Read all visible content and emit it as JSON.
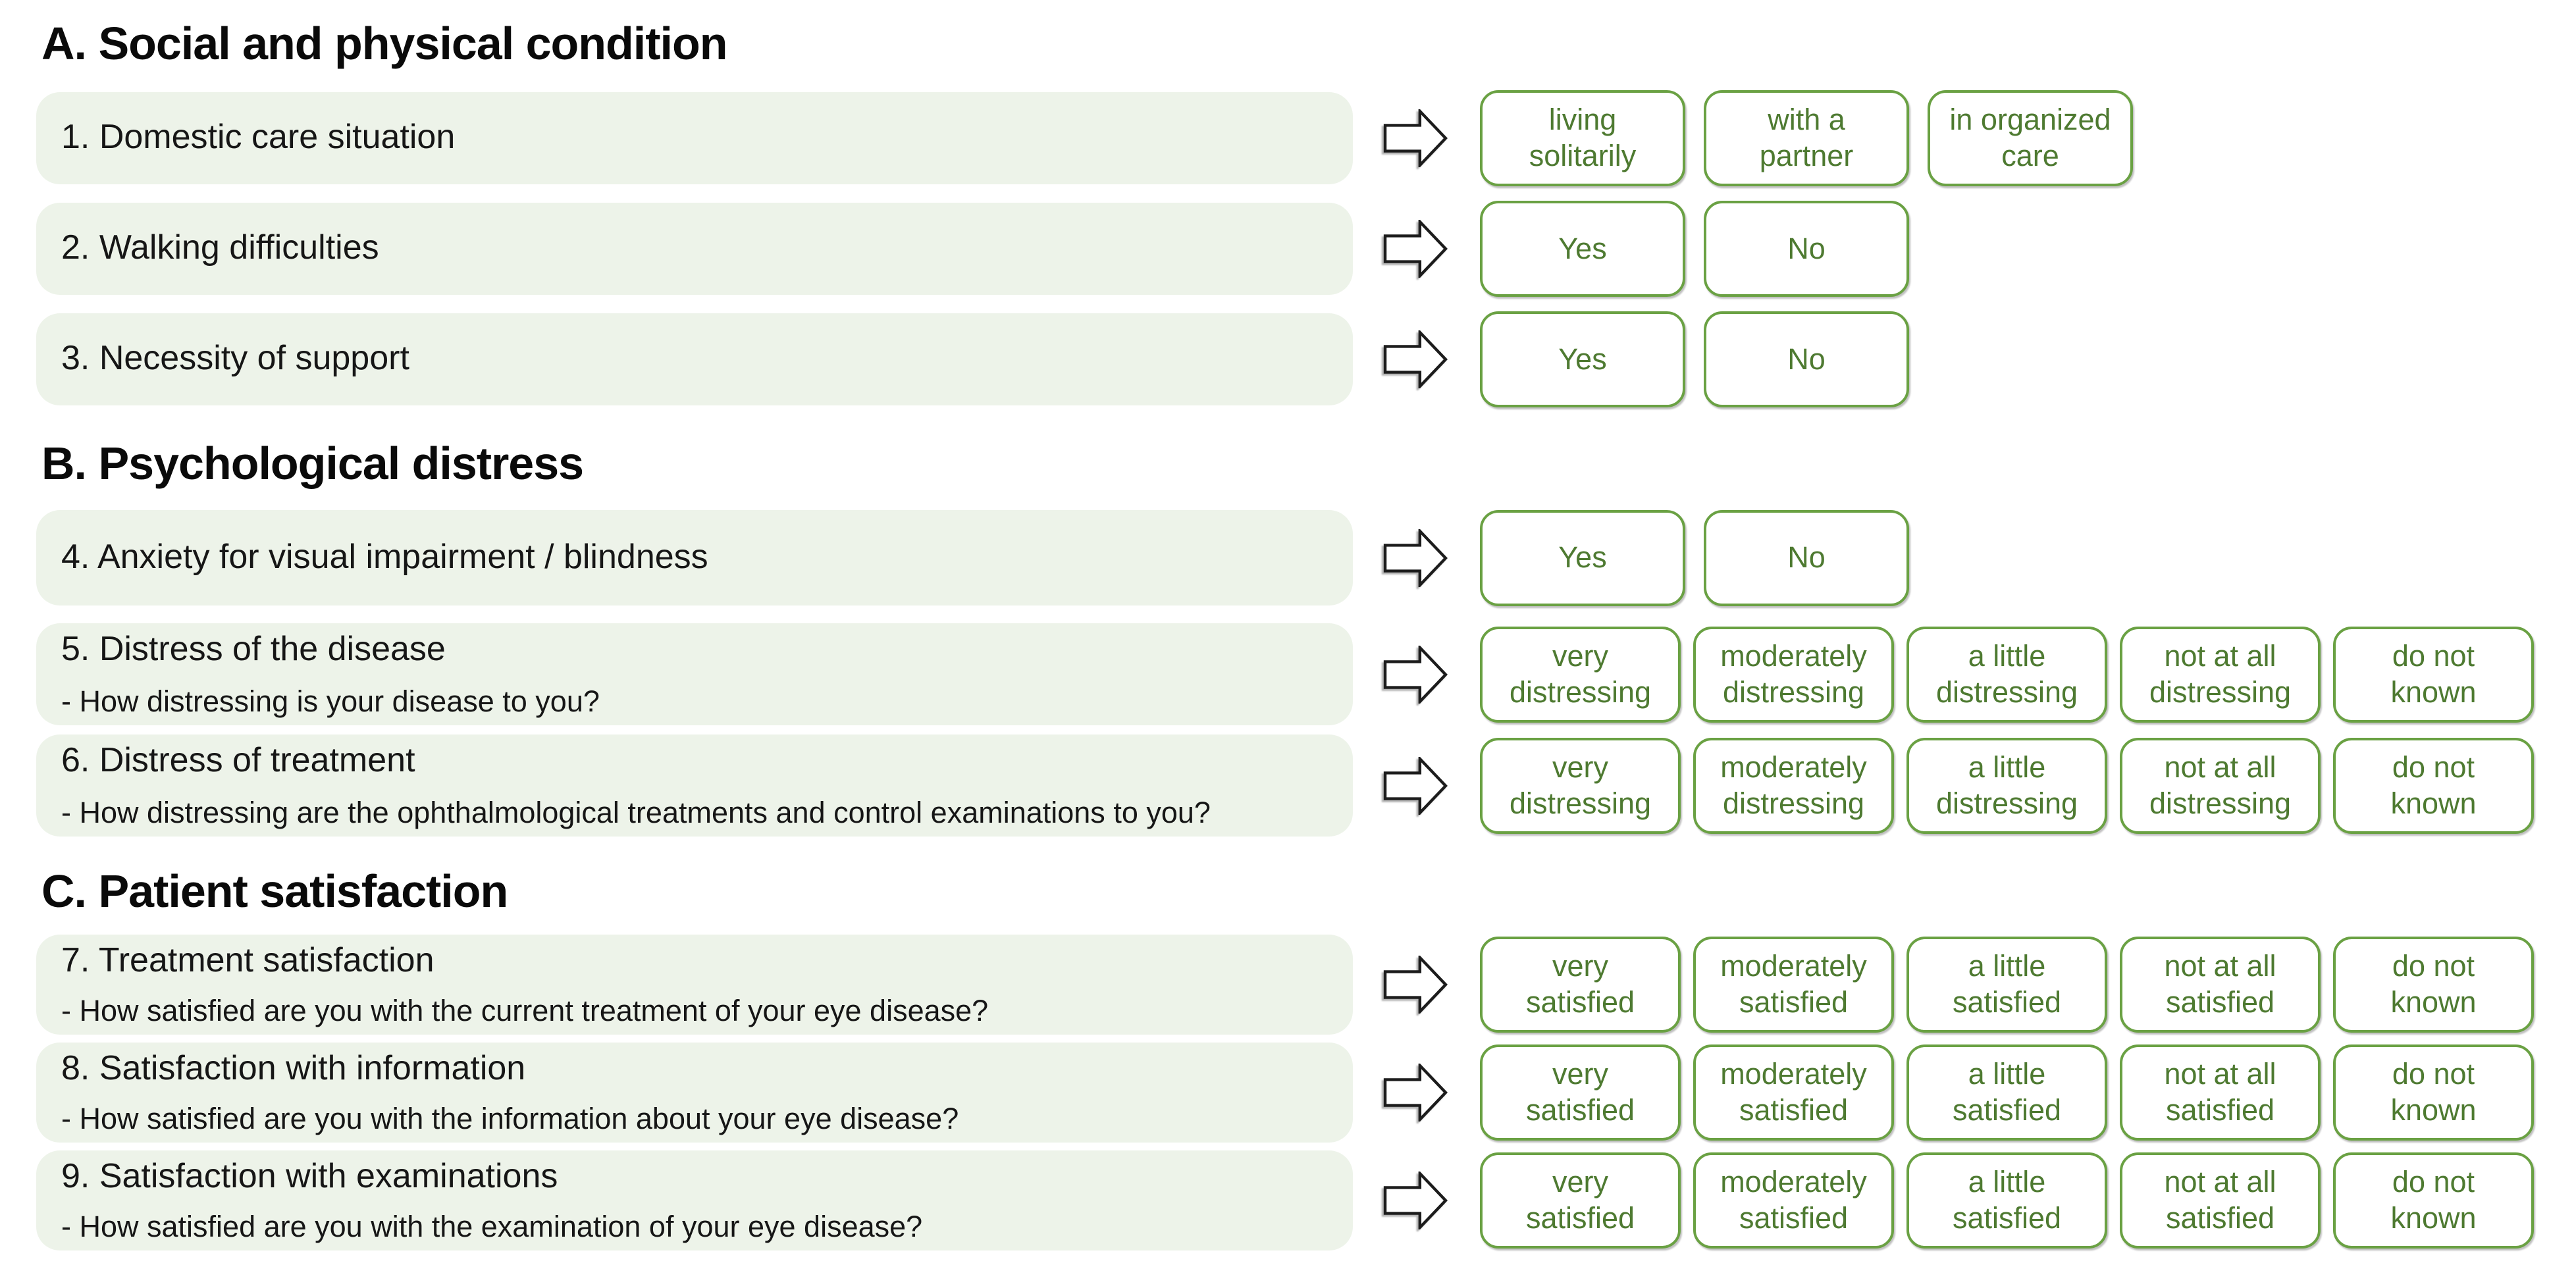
{
  "figure": {
    "type": "questionnaire-diagram",
    "background": "#ffffff"
  },
  "colors": {
    "question_bar_bg": "#edf3e9",
    "option_border_green": "#6aa143",
    "option_text_green": "#4e7a31",
    "heading_text": "#0a0a0a",
    "body_text": "#161616",
    "arrow_outline": "#1c1c1c",
    "arrow_fill": "#ffffff"
  },
  "icons": {
    "arrow": "right-block-arrow-icon"
  },
  "sections": [
    {
      "id": "A",
      "title": "A. Social and physical condition",
      "rows": [
        {
          "title": "1. Domestic care situation",
          "subtext": "",
          "options": [
            "living\nsolitarily",
            "with a\npartner",
            "in organized\ncare"
          ]
        },
        {
          "title": "2. Walking difficulties",
          "subtext": "",
          "options": [
            "Yes",
            "No"
          ]
        },
        {
          "title": "3. Necessity of support",
          "subtext": "",
          "options": [
            "Yes",
            "No"
          ]
        }
      ]
    },
    {
      "id": "B",
      "title": "B. Psychological distress",
      "rows": [
        {
          "title": "4. Anxiety for visual impairment / blindness",
          "subtext": "",
          "options": [
            "Yes",
            "No"
          ]
        },
        {
          "title": "5. Distress of the disease",
          "subtext": "- How distressing is your disease to you?",
          "options": [
            "very\ndistressing",
            "moderately\ndistressing",
            "a little\ndistressing",
            "not at all\ndistressing",
            "do not\nknown"
          ]
        },
        {
          "title": "6. Distress of treatment",
          "subtext": "- How distressing are the ophthalmological treatments and control examinations to you?",
          "options": [
            "very\ndistressing",
            "moderately\ndistressing",
            "a little\ndistressing",
            "not at all\ndistressing",
            "do not\nknown"
          ]
        }
      ]
    },
    {
      "id": "C",
      "title": "C. Patient satisfaction",
      "rows": [
        {
          "title": "7. Treatment satisfaction",
          "subtext": "- How satisfied are you with the current treatment of your eye disease?",
          "options": [
            "very\nsatisfied",
            "moderately\nsatisfied",
            "a little\nsatisfied",
            "not at all\nsatisfied",
            "do not\nknown"
          ]
        },
        {
          "title": "8. Satisfaction with information",
          "subtext": "- How satisfied are you with the information about your eye disease?",
          "options": [
            "very\nsatisfied",
            "moderately\nsatisfied",
            "a little\nsatisfied",
            "not at all\nsatisfied",
            "do not\nknown"
          ]
        },
        {
          "title": "9. Satisfaction with examinations",
          "subtext": "- How satisfied are you with the examination of your eye disease?",
          "options": [
            "very\nsatisfied",
            "moderately\nsatisfied",
            "a little\nsatisfied",
            "not at all\nsatisfied",
            "do not\nknown"
          ]
        }
      ]
    }
  ]
}
